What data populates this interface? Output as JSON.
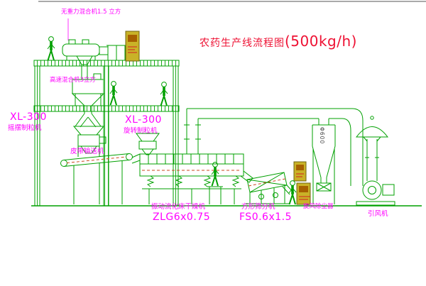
{
  "title": {
    "name": "农药生产线流程图",
    "capacity": "(500kg/h)"
  },
  "labels": {
    "gravityless_mixer": "无重力混合机1.5 立方",
    "high_speed_mixer": "高速混合机3立方",
    "granulator_left_model": "XL-300",
    "granulator_left_name": "摇摆制粒机",
    "granulator_mid_model": "XL-300",
    "granulator_mid_name": "旋转制粒机",
    "belt_conveyor": "皮带输送机",
    "dryer_name": "振动流化床干燥机",
    "dryer_model": "ZLG6x0.75",
    "sieve_name": "方形筛分机",
    "sieve_model": "FS0.6x1.5",
    "cyclone_name": "旋风除尘器",
    "cyclone_dim": "Φ600",
    "fan_name": "引风机"
  },
  "colors": {
    "line": "#00a000",
    "label": "#ff00ff",
    "title": "#ee1133",
    "cabinet": "#c9b227",
    "cabinet_border": "#6f6410",
    "screen": "#a66000",
    "mesh": "#cc4a1e",
    "frame": "#555555",
    "dim": "#444444",
    "mark": "#d22020"
  }
}
